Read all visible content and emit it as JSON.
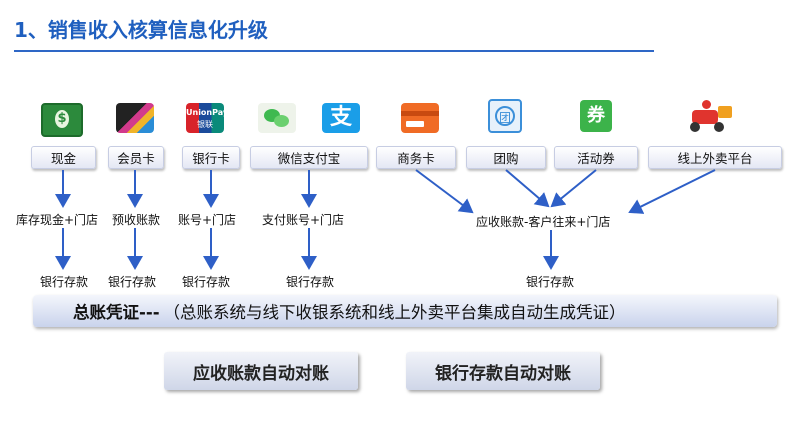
{
  "header": {
    "title": "1、销售收入核算信息化升级"
  },
  "icons": {
    "cash": "cash-icon",
    "member": "member-card-icon",
    "unionpay": "unionpay-icon",
    "wechat": "wechat-pay-icon",
    "alipay": "alipay-icon",
    "business": "business-card-icon",
    "groupbuy": "group-buy-icon",
    "coupon": "coupon-icon",
    "delivery": "delivery-icon",
    "unionpay_text": "UnionPay",
    "unionpay_sub": "银联",
    "alipay_glyph": "支",
    "groupbuy_glyph": "团",
    "coupon_glyph": "券"
  },
  "sources": {
    "cash": "现金",
    "member_card": "会员卡",
    "bank_card": "银行卡",
    "wechat_alipay": "微信支付宝",
    "business_card": "商务卡",
    "group_buy": "团购",
    "coupon": "活动券",
    "delivery": "线上外卖平台"
  },
  "accounts": {
    "cash": "库存现金+门店",
    "member": "预收账款",
    "bank": "账号+门店",
    "pay": "支付账号+门店",
    "receivable": "应收账款-客户往来+门店"
  },
  "deposits": {
    "label": "银行存款"
  },
  "summary": {
    "bold": "总账凭证---",
    "text": "（总账系统与线下收银系统和线上外卖平台集成自动生成凭证）"
  },
  "buttons": {
    "ar": "应收账款自动对账",
    "bank": "银行存款自动对账"
  },
  "colors": {
    "title": "#1f5fbf",
    "arrow": "#2e5fc7"
  }
}
